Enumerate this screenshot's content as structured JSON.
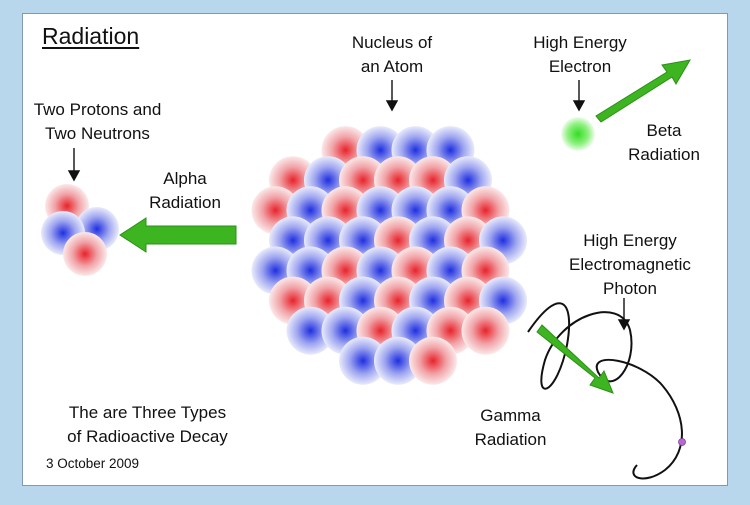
{
  "title": "Radiation",
  "labels": {
    "nucleus": [
      "Nucleus of",
      "an Atom"
    ],
    "alpha_particle": [
      "Two Protons and",
      "Two Neutrons"
    ],
    "alpha": [
      "Alpha",
      "Radiation"
    ],
    "beta_electron": [
      "High Energy",
      "Electron"
    ],
    "beta": [
      "Beta",
      "Radiation"
    ],
    "photon": [
      "High Energy",
      "Electromagnetic",
      "Photon"
    ],
    "gamma": [
      "Gamma",
      "Radiation"
    ],
    "summary": [
      "The are Three Types",
      "of Radioactive Decay"
    ],
    "date": "3 October 2009"
  },
  "colors": {
    "frame": "#b9d7ec",
    "proton": "#e8232b",
    "neutron": "#1f2fe0",
    "arrow": "#3cb521",
    "electron": "#33dd22",
    "wave": "#111111",
    "wave_end": "#b46ad2"
  }
}
